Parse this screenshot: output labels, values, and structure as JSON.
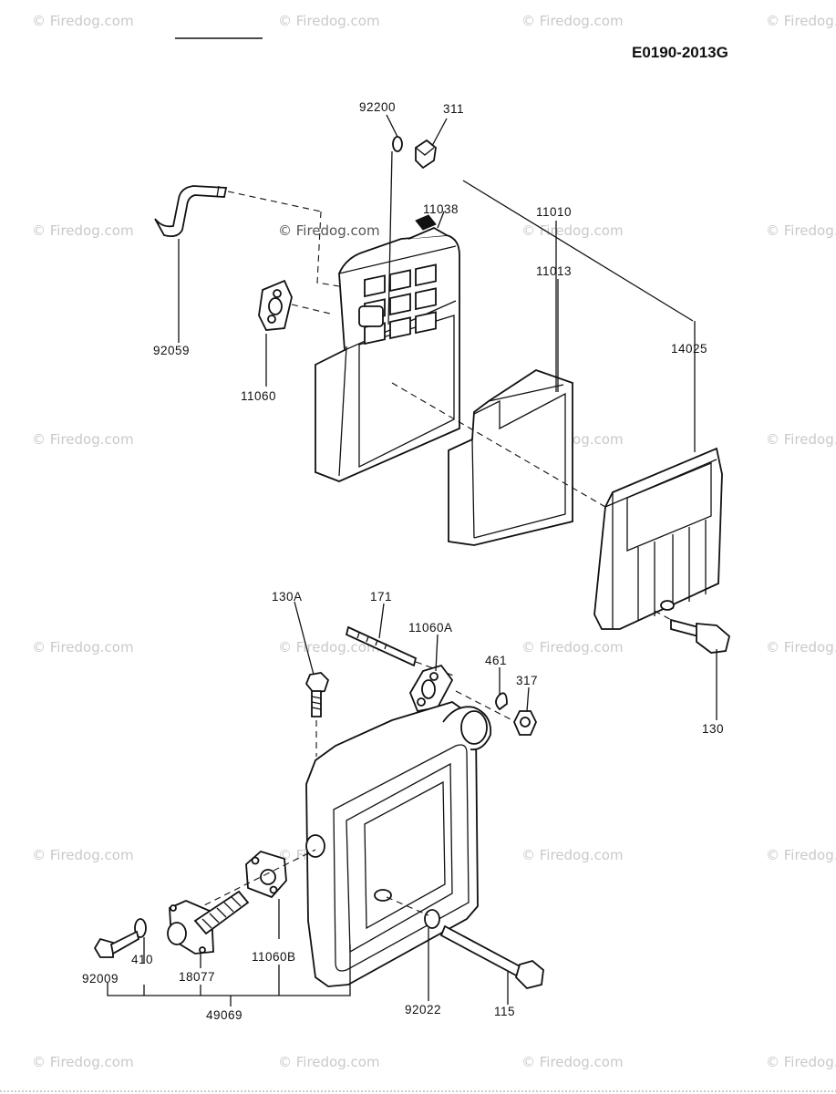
{
  "diagram_code": "E0190-2013G",
  "watermark": "© Firedog.com",
  "parts": [
    {
      "id": "92200",
      "label": "92200"
    },
    {
      "id": "311",
      "label": "311"
    },
    {
      "id": "11038",
      "label": "11038"
    },
    {
      "id": "11010",
      "label": "11010"
    },
    {
      "id": "11013",
      "label": "11013"
    },
    {
      "id": "92059",
      "label": "92059"
    },
    {
      "id": "11060",
      "label": "11060"
    },
    {
      "id": "14025",
      "label": "14025"
    },
    {
      "id": "130A",
      "label": "130A"
    },
    {
      "id": "171",
      "label": "171"
    },
    {
      "id": "11060A",
      "label": "11060A"
    },
    {
      "id": "461",
      "label": "461"
    },
    {
      "id": "317",
      "label": "317"
    },
    {
      "id": "130",
      "label": "130"
    },
    {
      "id": "92009",
      "label": "92009"
    },
    {
      "id": "410",
      "label": "410"
    },
    {
      "id": "18077",
      "label": "18077"
    },
    {
      "id": "11060B",
      "label": "11060B"
    },
    {
      "id": "92022",
      "label": "92022"
    },
    {
      "id": "115",
      "label": "115"
    },
    {
      "id": "49069",
      "label": "49069"
    }
  ],
  "colors": {
    "ink": "#111111",
    "watermark": "#c9c9c9",
    "background": "#ffffff"
  }
}
